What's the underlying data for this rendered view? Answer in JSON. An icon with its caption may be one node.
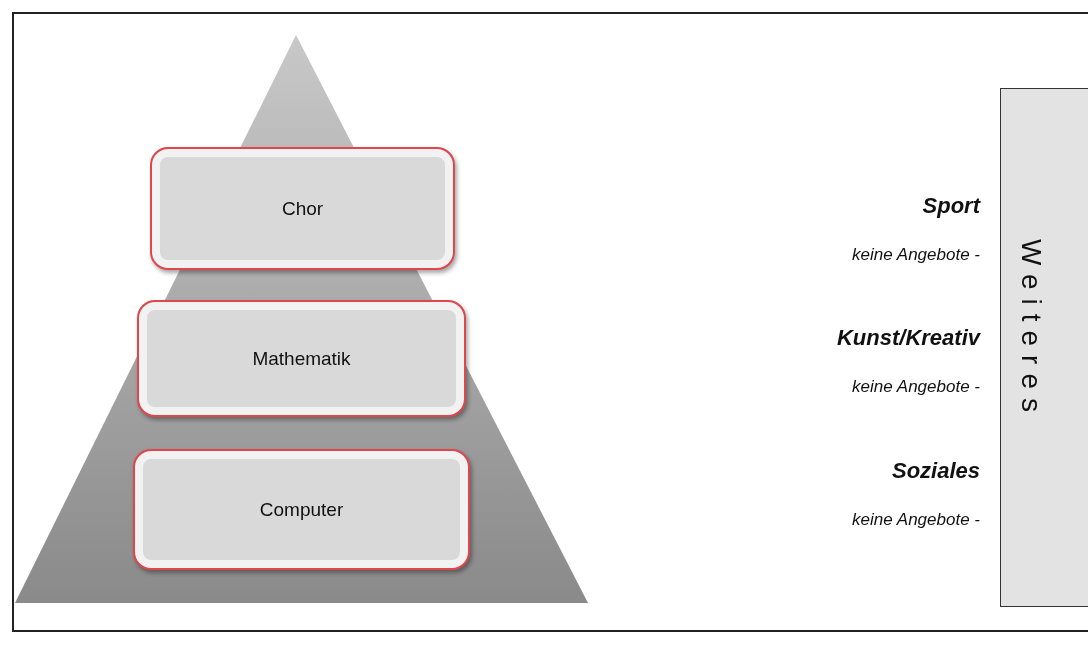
{
  "diagram": {
    "nodes": [
      {
        "text": [
          "Chor"
        ]
      },
      {
        "text": [
          "Mathematik"
        ]
      },
      {
        "text": [
          "Computer"
        ]
      },
      {
        "text": [
          "Weiteres"
        ]
      }
    ],
    "labels": [
      "Sport",
      "keine Angebote -",
      "Kunst/Kreativ",
      "keine Angebote -",
      "Soziales",
      "keine Angebote -"
    ]
  }
}
